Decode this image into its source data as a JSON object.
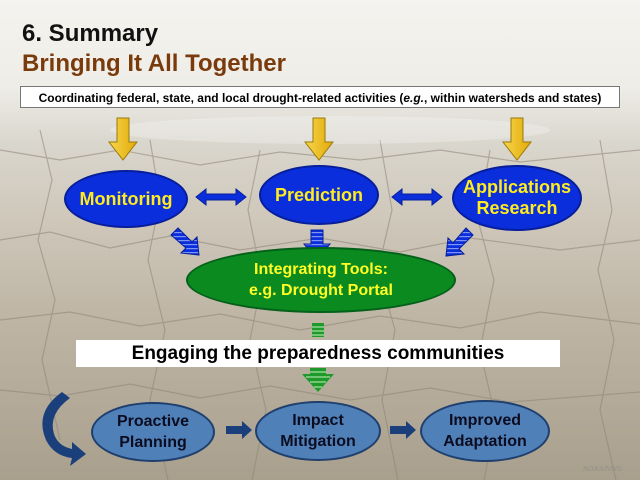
{
  "slide": {
    "title_line1": "6. Summary",
    "title_line2": "Bringing It All Together",
    "coordination_text": "Coordinating federal, state, and local drought-related activities (e.g., within watersheds and states)",
    "engage_text": "Engaging the preparedness communities",
    "credit": "NOAA/NWS"
  },
  "nodes": {
    "monitoring": "Monitoring",
    "prediction": "Prediction",
    "applications_line1": "Applications",
    "applications_line2": "Research",
    "integrating_line1": "Integrating Tools:",
    "integrating_line2": "e.g. Drought Portal",
    "proactive_line1": "Proactive",
    "proactive_line2": "Planning",
    "impact_line1": "Impact",
    "impact_line2": "Mitigation",
    "improved_line1": "Improved",
    "improved_line2": "Adaptation"
  },
  "colors": {
    "title_accent": "#7a3b0c",
    "top_node_fill": "#0a2edb",
    "top_node_text": "#ffeb1f",
    "integrating_fill": "#0a8a1f",
    "integrating_text": "#ffff26",
    "bottom_node_fill": "#4f80b8",
    "down_arrow_fill": "#f2c31a",
    "link_arrow_fill": "#0a2edb",
    "engage_arrow_fill": "#1f9a2a",
    "cycle_arrow_fill": "#1a3f7a"
  }
}
